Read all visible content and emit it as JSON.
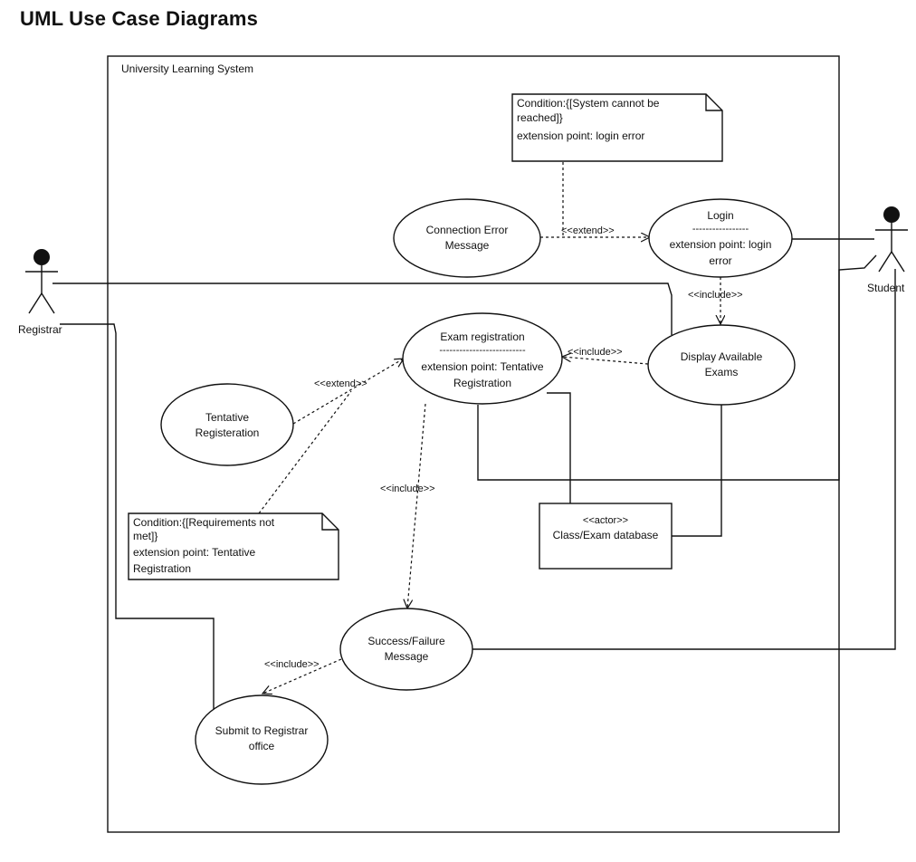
{
  "page": {
    "title": "UML Use Case Diagrams"
  },
  "system": {
    "name": "University Learning System"
  },
  "actors": {
    "registrar": "Registrar",
    "student": "Student"
  },
  "use_cases": {
    "connection_error": [
      "Connection Error",
      "Message"
    ],
    "login": [
      "Login",
      "-----------------",
      "extension point: login",
      "error"
    ],
    "exam_registration": [
      "Exam registration",
      "--------------------------",
      "extension point: Tentative",
      "Registration"
    ],
    "display_exams": [
      "Display Available",
      "Exams"
    ],
    "tentative": [
      "Tentative",
      "Registeration"
    ],
    "success_failure": [
      "Success/Failure",
      "Message"
    ],
    "submit_registrar": [
      "Submit to Registrar",
      "office"
    ]
  },
  "database": {
    "stereotype": "<<actor>>",
    "name": "Class/Exam database"
  },
  "notes": {
    "login_condition": [
      "Condition:{[System cannot be",
      "reached]}",
      "extension point: login error"
    ],
    "tentative_condition": [
      "Condition:{[Requirements not",
      "met]}",
      "extension point: Tentative",
      "Registration"
    ]
  },
  "relations": {
    "extend": "<<extend>>",
    "include": "<<include>>"
  }
}
